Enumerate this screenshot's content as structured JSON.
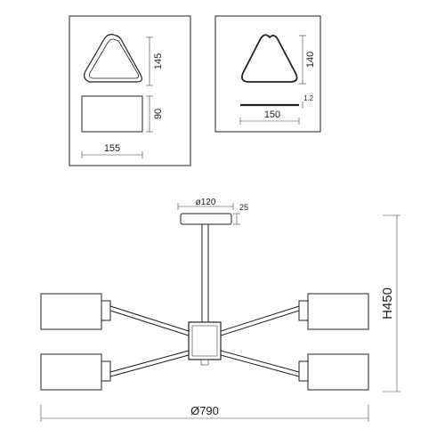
{
  "detail_left": {
    "triangle_height": "145",
    "rect_height": "90",
    "width": "155"
  },
  "detail_right": {
    "triangle_height": "140",
    "thickness": "1.2",
    "width": "150"
  },
  "main": {
    "canopy_diameter": "ø120",
    "canopy_height": "25",
    "total_height": "H450",
    "total_diameter": "Ø790"
  }
}
